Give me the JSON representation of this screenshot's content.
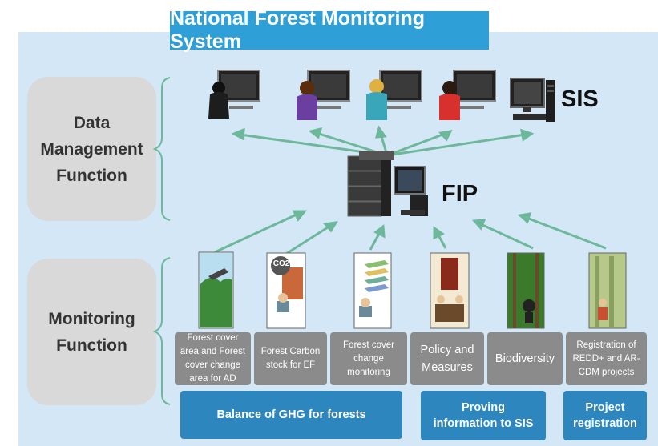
{
  "title": "National Forest Monitoring System",
  "functions": {
    "data_management": "Data Management Function",
    "monitoring": "Monitoring Function"
  },
  "nodes": {
    "sis": "SIS",
    "fip": "FIP",
    "co2": "CO2"
  },
  "categories": [
    "Forest cover area and Forest cover change area for AD",
    "Forest Carbon stock for EF",
    "Forest cover change monitoring",
    "Policy and Measures",
    "Biodiversity",
    "Registration of REDD+ and AR-CDM projects"
  ],
  "bottom_boxes": [
    "Balance of GHG for forests",
    "Proving information to SIS",
    "Project registration"
  ],
  "colors": {
    "background_panel": "#d3e7f6",
    "title_bar": "#2f9fd8",
    "arrow": "#6db89a",
    "category_box": "#8b8b8b",
    "bottom_box": "#2e86bf",
    "function_box": "#d9d9d9"
  }
}
